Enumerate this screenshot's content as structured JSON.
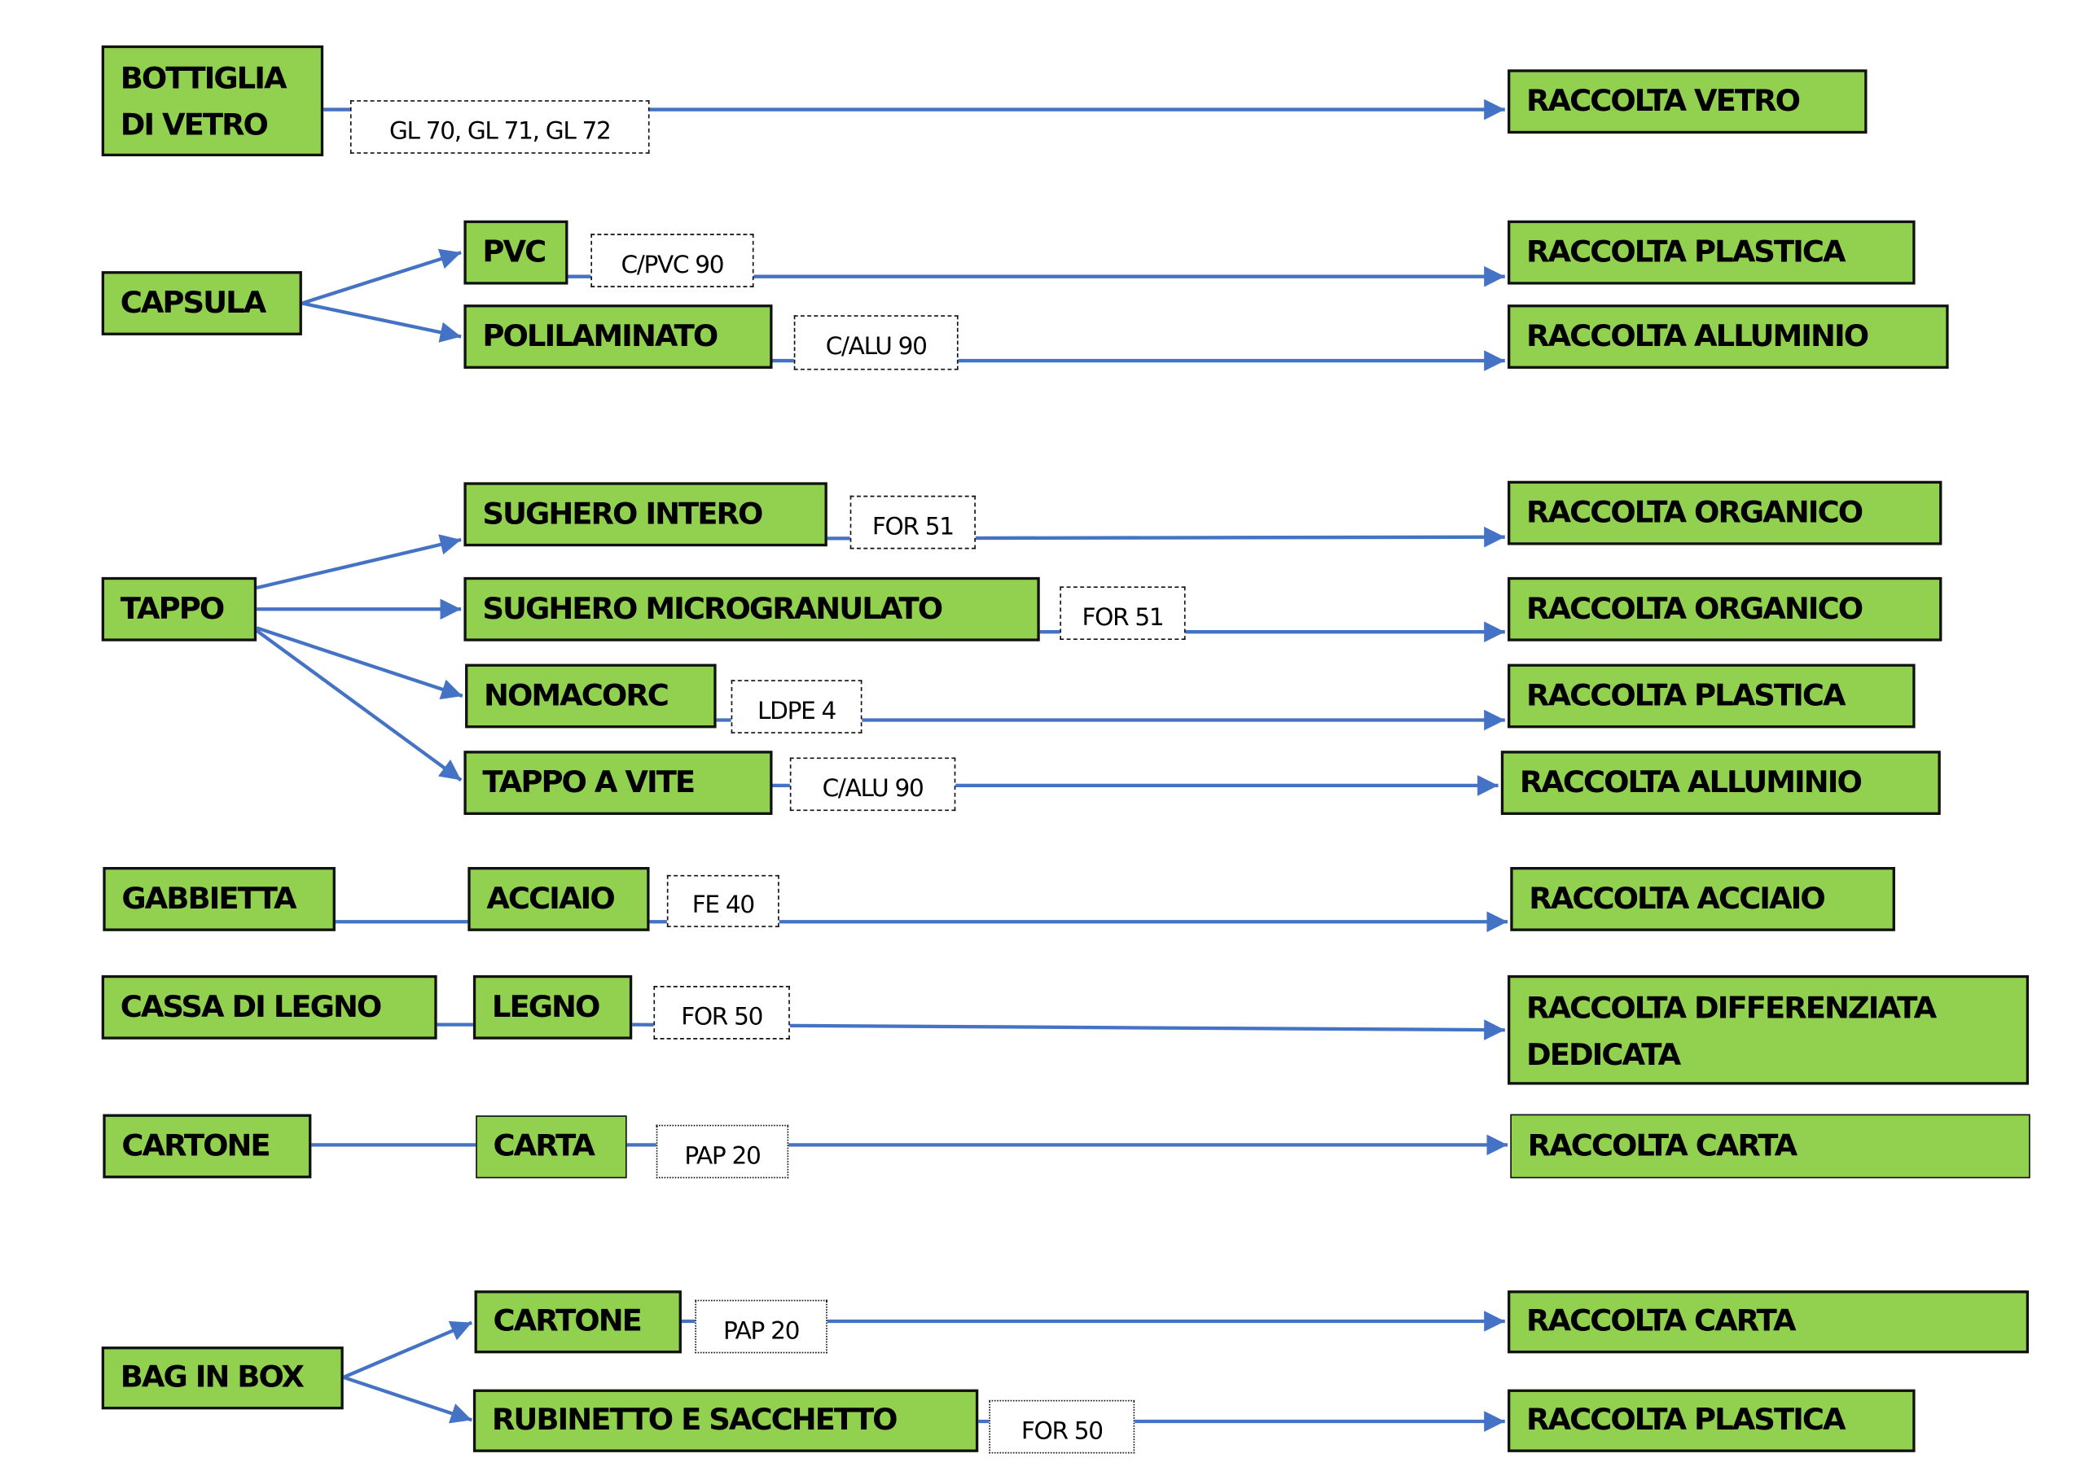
{
  "diagram": {
    "title": "",
    "colors": {
      "box_fill": "#92D050",
      "box_border": "#111111",
      "connector": "#4472C4",
      "code_fill": "#FFFFFF"
    },
    "groups": [
      {
        "source": "BOTTIGLIA DI VETRO",
        "branches": [
          {
            "material": null,
            "code": "GL 70, GL 71, GL 72",
            "destination": "RACCOLTA VETRO"
          }
        ]
      },
      {
        "source": "CAPSULA",
        "branches": [
          {
            "material": "PVC",
            "code": "C/PVC 90",
            "destination": "RACCOLTA PLASTICA"
          },
          {
            "material": "POLILAMINATO",
            "code": "C/ALU 90",
            "destination": "RACCOLTA ALLUMINIO"
          }
        ]
      },
      {
        "source": "TAPPO",
        "branches": [
          {
            "material": "SUGHERO INTERO",
            "code": "FOR 51",
            "destination": "RACCOLTA ORGANICO"
          },
          {
            "material": "SUGHERO MICROGRANULATO",
            "code": "FOR 51",
            "destination": "RACCOLTA ORGANICO"
          },
          {
            "material": "NOMACORC",
            "code": "LDPE 4",
            "destination": "RACCOLTA PLASTICA"
          },
          {
            "material": "TAPPO A VITE",
            "code": "C/ALU 90",
            "destination": "RACCOLTA ALLUMINIO"
          }
        ]
      },
      {
        "source": "GABBIETTA",
        "branches": [
          {
            "material": "ACCIAIO",
            "code": "FE 40",
            "destination": "RACCOLTA ACCIAIO"
          }
        ]
      },
      {
        "source": "CASSA DI LEGNO",
        "branches": [
          {
            "material": "LEGNO",
            "code": "FOR 50",
            "destination": "RACCOLTA DIFFERENZIATA DEDICATA"
          }
        ]
      },
      {
        "source": "CARTONE",
        "branches": [
          {
            "material": "CARTA",
            "code": "PAP 20",
            "destination": "RACCOLTA CARTA"
          }
        ]
      },
      {
        "source": "BAG IN BOX",
        "branches": [
          {
            "material": "CARTONE",
            "code": "PAP 20",
            "destination": "RACCOLTA CARTA"
          },
          {
            "material": "RUBINETTO E SACCHETTO",
            "code": "FOR 50",
            "destination": "RACCOLTA PLASTICA"
          }
        ]
      }
    ]
  },
  "nodes": {
    "src_bottiglia": "BOTTIGLIA DI VETRO",
    "code_bottiglia": "GL 70, GL 71, GL 72",
    "dst_vetro": "RACCOLTA VETRO",
    "src_capsula": "CAPSULA",
    "mat_pvc": "PVC",
    "code_pvc": "C/PVC 90",
    "dst_plastica_1": "RACCOLTA PLASTICA",
    "mat_polilaminato": "POLILAMINATO",
    "code_polilaminato": "C/ALU 90",
    "dst_alluminio_1": "RACCOLTA ALLUMINIO",
    "src_tappo": "TAPPO",
    "mat_sughero_intero": "SUGHERO INTERO",
    "code_sughero_intero": "FOR 51",
    "dst_organico_1": "RACCOLTA ORGANICO",
    "mat_sughero_micro": "SUGHERO MICROGRANULATO",
    "code_sughero_micro": "FOR 51",
    "dst_organico_2": "RACCOLTA ORGANICO",
    "mat_nomacorc": "NOMACORC",
    "code_nomacorc": "LDPE 4",
    "dst_plastica_2": "RACCOLTA PLASTICA",
    "mat_tappo_vite": "TAPPO A VITE",
    "code_tappo_vite": "C/ALU 90",
    "dst_alluminio_2": "RACCOLTA ALLUMINIO",
    "src_gabbietta": "GABBIETTA",
    "mat_acciaio": "ACCIAIO",
    "code_acciaio": "FE 40",
    "dst_acciaio": "RACCOLTA ACCIAIO",
    "src_cassa": "CASSA DI LEGNO",
    "mat_legno": "LEGNO",
    "code_legno": "FOR 50",
    "dst_differenziata": "RACCOLTA DIFFERENZIATA DEDICATA",
    "src_cartone": "CARTONE",
    "mat_carta": "CARTA",
    "code_carta": "PAP 20",
    "dst_carta_1": "RACCOLTA CARTA",
    "src_bagbox": "BAG IN BOX",
    "mat_cartone_bib": "CARTONE",
    "code_cartone_bib": "PAP 20",
    "dst_carta_2": "RACCOLTA CARTA",
    "mat_rubinetto": "RUBINETTO E SACCHETTO",
    "code_rubinetto": "FOR 50",
    "dst_plastica_3": "RACCOLTA PLASTICA"
  }
}
